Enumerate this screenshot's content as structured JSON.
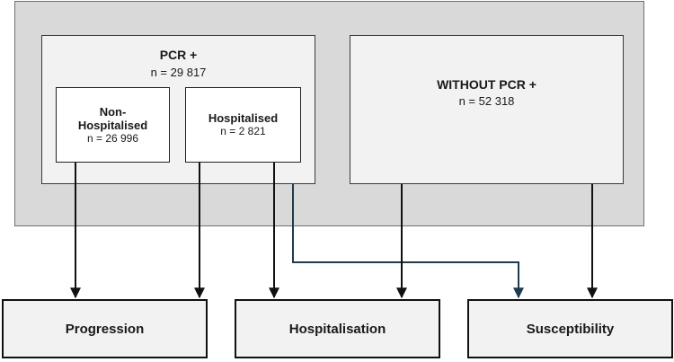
{
  "pcr_positive": {
    "title": "PCR +",
    "count": "n = 29 817",
    "non_hospitalised": {
      "title_line1": "Non-",
      "title_line2": "Hospitalised",
      "count": "n = 26 996"
    },
    "hospitalised": {
      "title": "Hospitalised",
      "count": "n = 2 821"
    }
  },
  "without_pcr": {
    "title": "WITHOUT PCR +",
    "count": "n = 52 318"
  },
  "outcomes": {
    "progression": "Progression",
    "hospitalisation": "Hospitalisation",
    "susceptibility": "Susceptibility"
  },
  "colors": {
    "outer_background": "#d9d9d9",
    "panel_background": "#f2f2f2",
    "arrow": "#111111",
    "highlight_arrow": "#1f3b4d"
  }
}
